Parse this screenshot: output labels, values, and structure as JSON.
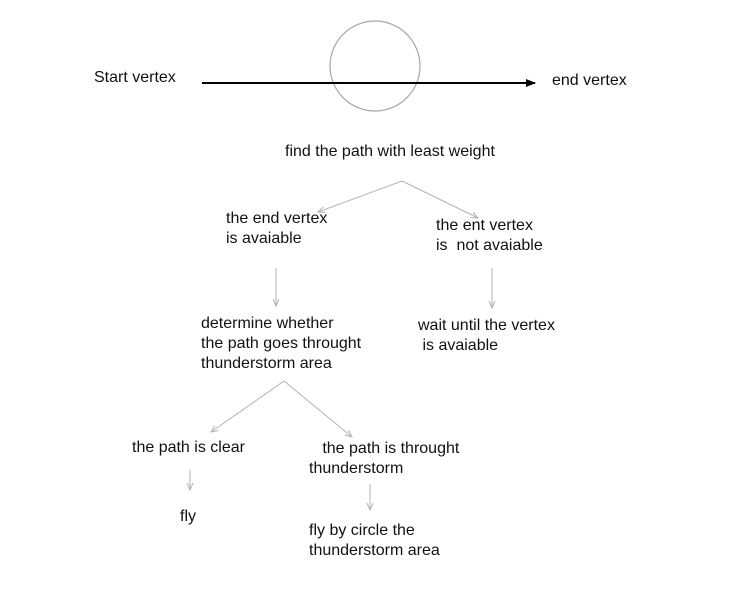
{
  "header": {
    "start_label": "Start vertex",
    "end_label": "end vertex"
  },
  "nodes": {
    "root": "find the path with least weight",
    "end_available": "the end vertex\nis avaiable",
    "end_not_available": "the ent vertex\nis  not avaiable",
    "determine": "determine whether\nthe path goes throught\nthunderstorm area",
    "wait": "wait until the vertex\n is avaiable",
    "path_clear": "the path is clear",
    "path_through": "   the path is throught\nthunderstorm",
    "fly": "fly",
    "fly_circle": "fly by circle the\nthunderstorm area"
  },
  "colors": {
    "text": "#111111",
    "main_arrow": "#000000",
    "connector": "#b3b3b3",
    "circle": "#a6a6a6"
  }
}
